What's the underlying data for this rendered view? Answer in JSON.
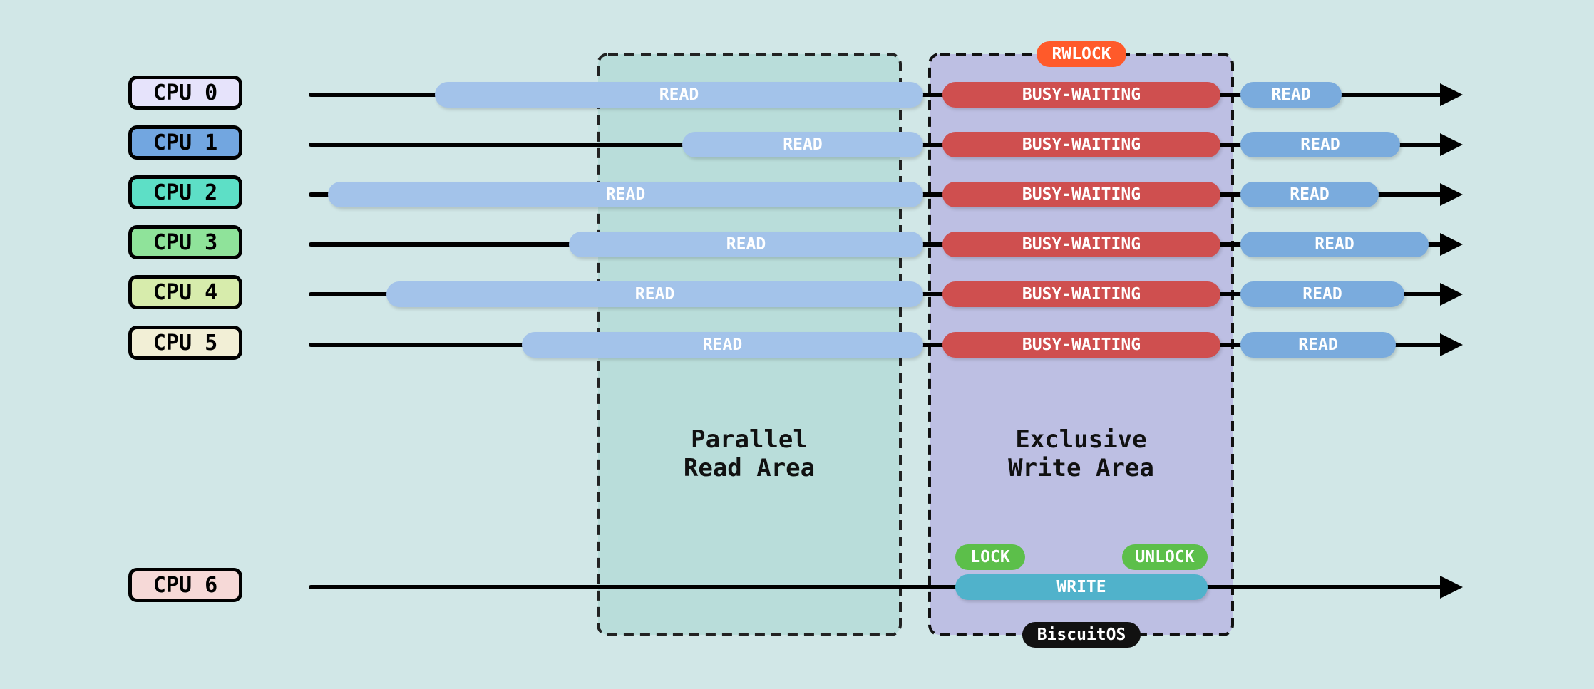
{
  "colors": {
    "background": "#d1e7e7",
    "parallel_area": "#b9ddda",
    "exclusive_area": "#bdbfe3",
    "read_light": "#a3c3ea",
    "read_blue": "#7aabdd",
    "busy": "#cf4f4f",
    "write": "#50b2cb",
    "rwlock": "#ff5a2a",
    "lock": "#5cbf4a",
    "brand": "#111111"
  },
  "cpus": [
    {
      "label": "CPU 0",
      "color": "#e6e3fb"
    },
    {
      "label": "CPU 1",
      "color": "#72a6e0"
    },
    {
      "label": "CPU 2",
      "color": "#5ddfc6"
    },
    {
      "label": "CPU 3",
      "color": "#8fe39a"
    },
    {
      "label": "CPU 4",
      "color": "#d7ecac"
    },
    {
      "label": "CPU 5",
      "color": "#f2efd6"
    },
    {
      "label": "CPU 6",
      "color": "#f6d9d7"
    }
  ],
  "labels": {
    "read": "READ",
    "busy": "BUSY-WAITING",
    "write": "WRITE",
    "lock": "LOCK",
    "unlock": "UNLOCK",
    "rwlock": "RWLOCK",
    "brand": "BiscuitOS"
  },
  "areas": {
    "parallel_line1": "Parallel",
    "parallel_line2": "Read Area",
    "exclusive_line1": "Exclusive",
    "exclusive_line2": "Write Area"
  }
}
